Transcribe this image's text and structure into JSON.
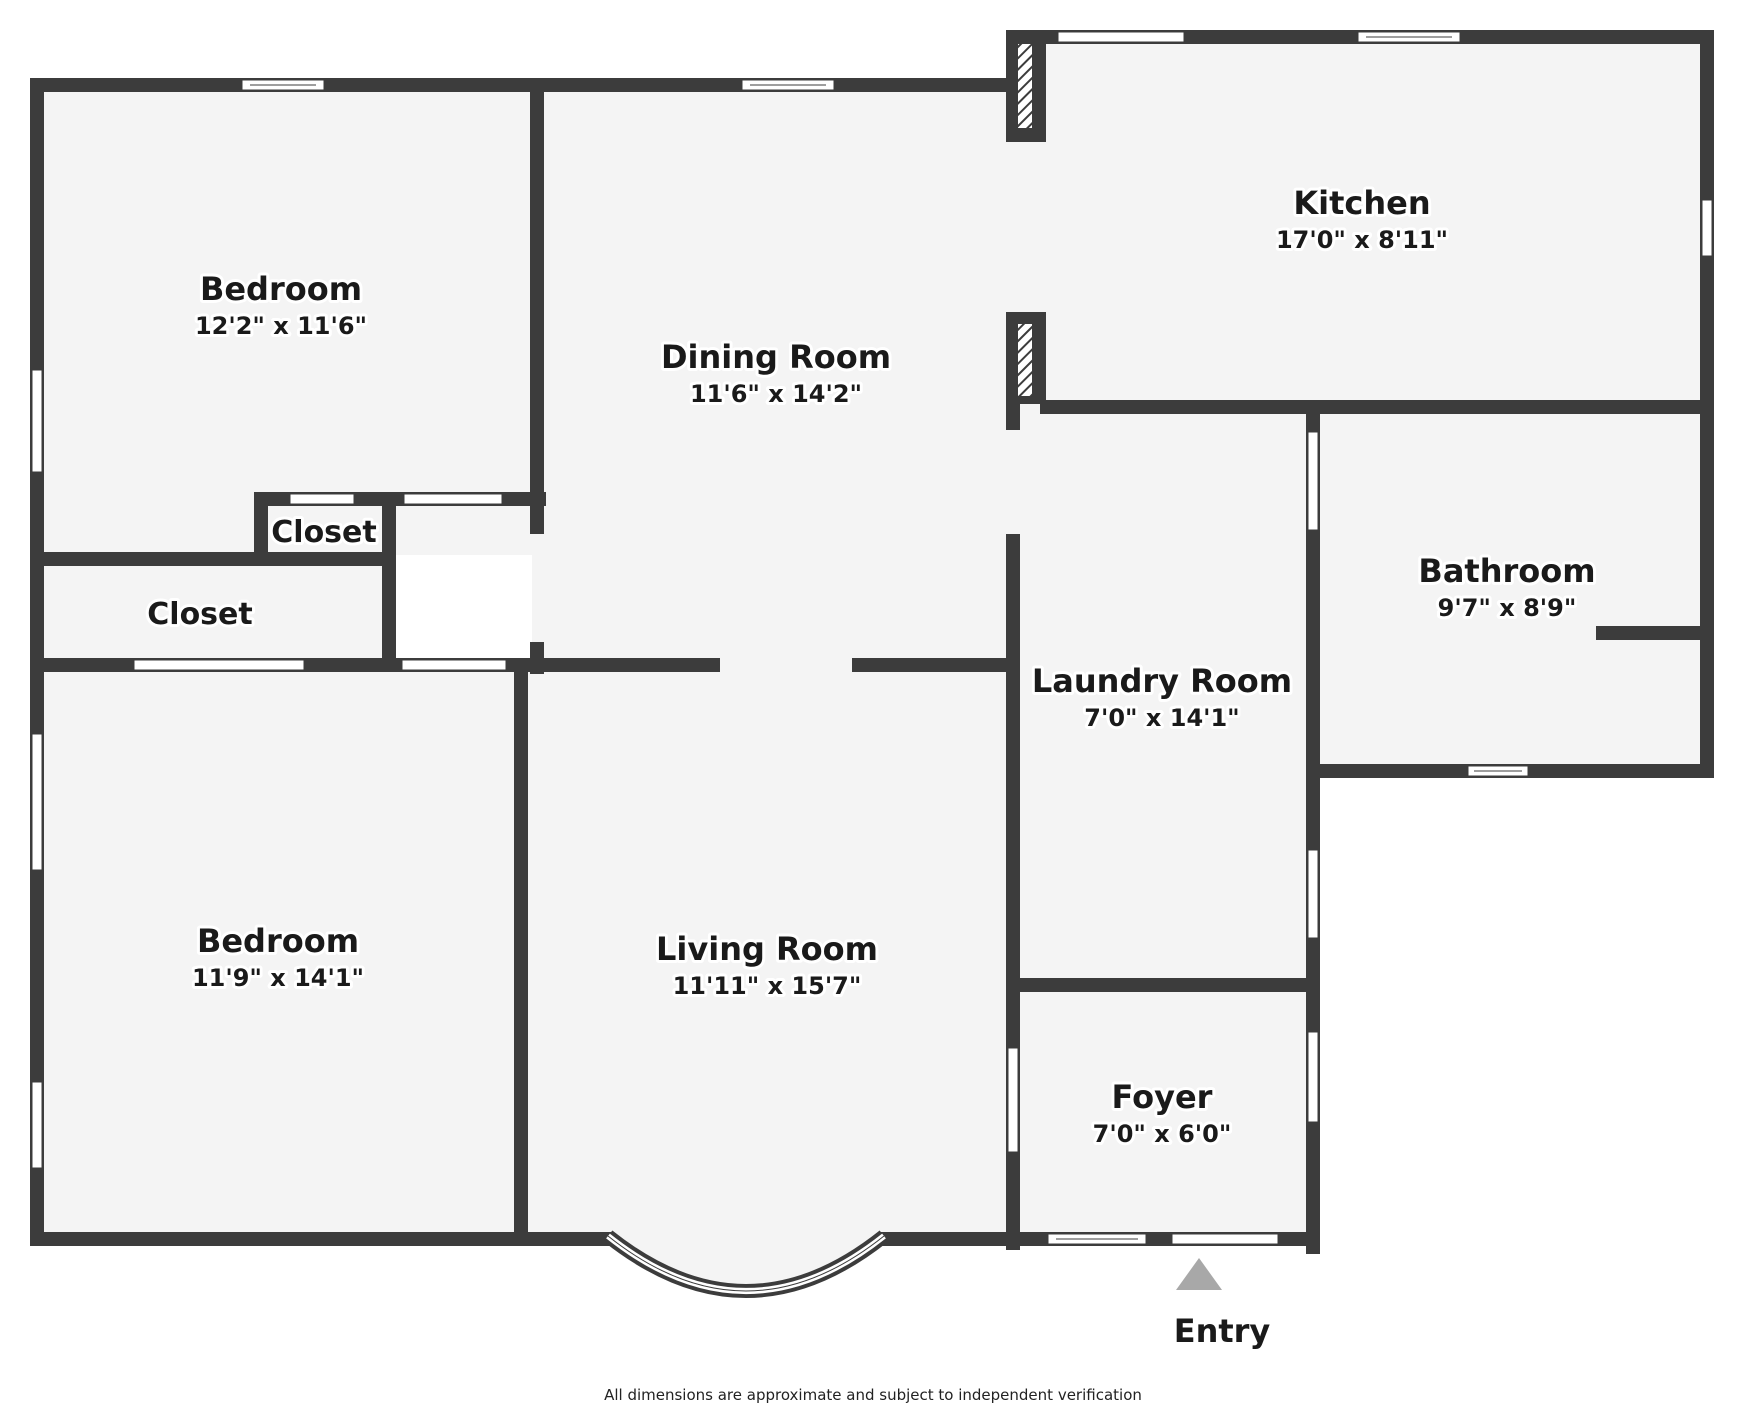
{
  "rooms": {
    "bedroom_top": {
      "name": "Bedroom",
      "dims": "12'2\" x 11'6\""
    },
    "dining": {
      "name": "Dining Room",
      "dims": "11'6\" x 14'2\""
    },
    "kitchen": {
      "name": "Kitchen",
      "dims": "17'0\" x 8'11\""
    },
    "closet_upper": {
      "name": "Closet"
    },
    "closet_lower": {
      "name": "Closet"
    },
    "bathroom": {
      "name": "Bathroom",
      "dims": "9'7\" x 8'9\""
    },
    "laundry": {
      "name": "Laundry Room",
      "dims": "7'0\" x 14'1\""
    },
    "bedroom_bottom": {
      "name": "Bedroom",
      "dims": "11'9\" x 14'1\""
    },
    "living": {
      "name": "Living Room",
      "dims": "11'11\" x 15'7\""
    },
    "foyer": {
      "name": "Foyer",
      "dims": "7'0\" x 6'0\""
    }
  },
  "entry_label": "Entry",
  "disclaimer": "All dimensions are approximate and subject to independent verification",
  "colors": {
    "wall": "#3c3c3c",
    "floor": "#f4f4f4",
    "window": "#ffffff",
    "entry_marker": "#a8a8a8"
  }
}
